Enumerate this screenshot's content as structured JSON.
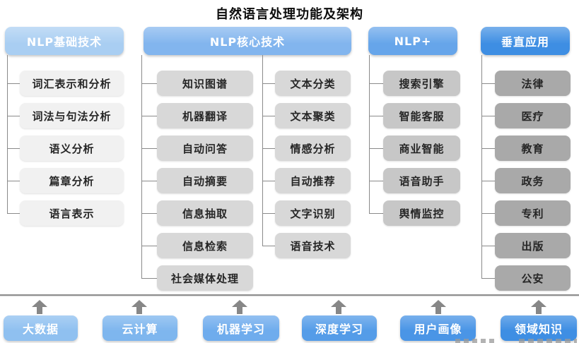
{
  "title": "自然语言处理功能及架构",
  "connector_color": "#8a8a8a",
  "columns": [
    {
      "header": "NLP基础技术",
      "header_color": "#a9cef2",
      "item_color": "#f1f1f1",
      "items": [
        "词汇表示和分析",
        "词法与句法分析",
        "语义分析",
        "篇章分析",
        "语言表示"
      ]
    },
    {
      "header": "NLP核心技术",
      "header_color": "#82b5ee",
      "item_color": "#d8d8d8",
      "items_left": [
        "知识图谱",
        "机器翻译",
        "自动问答",
        "自动摘要",
        "信息抽取",
        "信息检索",
        "社会媒体处理"
      ],
      "items_right": [
        "文本分类",
        "文本聚类",
        "情感分析",
        "自动推荐",
        "文字识别",
        "语音技术"
      ]
    },
    {
      "header": "NLP+",
      "header_color": "#66a5ea",
      "item_color": "#c7c7c7",
      "items": [
        "搜索引擎",
        "智能客服",
        "商业智能",
        "语音助手",
        "舆情监控"
      ]
    },
    {
      "header": "垂直应用",
      "header_color": "#3e8ee3",
      "item_color": "#a9a9a9",
      "items": [
        "法律",
        "医疗",
        "教育",
        "政务",
        "专利",
        "出版",
        "公安"
      ]
    }
  ],
  "foundation": [
    {
      "label": "大数据",
      "color": "#8fc0f0"
    },
    {
      "label": "云计算",
      "color": "#7eb6ee"
    },
    {
      "label": "机器学习",
      "color": "#6faced"
    },
    {
      "label": "深度学习",
      "color": "#549ce8"
    },
    {
      "label": "用户画像",
      "color": "#4a95e6"
    },
    {
      "label": "领域知识",
      "color": "#3e8ee3"
    }
  ]
}
